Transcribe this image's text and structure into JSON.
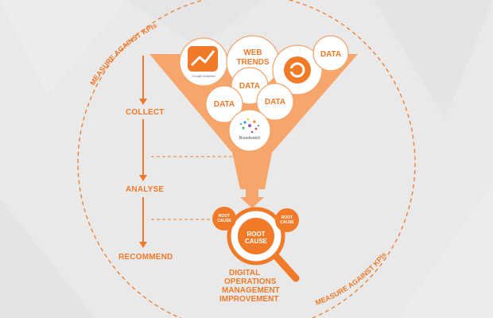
{
  "frame": {
    "kpi_label_top": "MEASURE AGAINST KPIs",
    "kpi_label_bottom": "MEASURE AGAINST KPIs"
  },
  "steps": {
    "collect": "COLLECT",
    "analyse": "ANALYSE",
    "recommend": "RECOMMEND"
  },
  "funnel": {
    "google_caption": "Google analytics",
    "web_trends_line1": "WEB",
    "web_trends_line2": "TRENDS",
    "data_labels": [
      "DATA",
      "DATA",
      "DATA",
      "DATA"
    ],
    "brandwatch_caption": "Brandwatch"
  },
  "analysis": {
    "root_cause_main_line1": "ROOT",
    "root_cause_main_line2": "CAUSE",
    "root_cause_small_left_line1": "ROOT",
    "root_cause_small_left_line2": "CAUSE",
    "root_cause_small_right_line1": "ROOT",
    "root_cause_small_right_line2": "CAUSE"
  },
  "outcome": {
    "line1": "DIGITAL",
    "line2": "OPERATIONS",
    "line3": "MANAGEMENT",
    "line4": "IMPROVEMENT"
  },
  "colors": {
    "accent": "#f07a28",
    "funnel": "#f6a66a",
    "background": "#e9e9ea"
  },
  "icons": [
    "google-analytics-icon",
    "webtrends-icon",
    "brandwatch-icon",
    "magnifier-icon",
    "arrow-down-icon"
  ]
}
